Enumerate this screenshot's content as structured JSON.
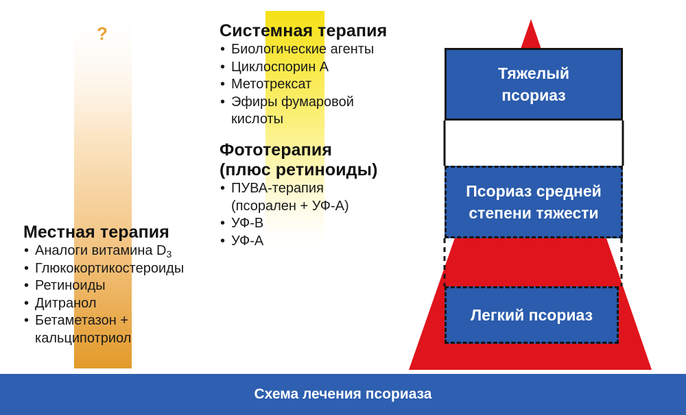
{
  "question_mark": "?",
  "colors": {
    "topical_bar": "#eaa63c",
    "systemic_bar": "#f6e214",
    "pyramid": "#e0141c",
    "box": "#2b5cad",
    "footer": "#2e5fb0"
  },
  "systemic": {
    "title": "Системная терапия",
    "items": [
      "Биологические агенты",
      "Циклоспорин А",
      "Метотрексат",
      "Эфиры фумаровой",
      "кислоты"
    ]
  },
  "phototherapy": {
    "title_line1": "Фототерапия",
    "title_line2": "(плюс ретиноиды)",
    "items": [
      "ПУВА-терапия",
      "(псорален + УФ-А)",
      "УФ-В",
      "УФ-А"
    ]
  },
  "topical": {
    "title": "Местная терапия",
    "vitamin_text": "Аналоги витамина D",
    "vitamin_sub": "3",
    "items": [
      "Глюкокортикостероиды",
      "Ретиноиды",
      "Дитранол",
      "Бетаметазон +",
      "кальципотриол"
    ]
  },
  "pyramid": {
    "severe_line1": "Тяжелый",
    "severe_line2": "псориаз",
    "moderate_line1": "Псориаз средней",
    "moderate_line2": "степени тяжести",
    "mild": "Легкий псориаз"
  },
  "footer": {
    "caption": "Схема лечения псориаза"
  }
}
